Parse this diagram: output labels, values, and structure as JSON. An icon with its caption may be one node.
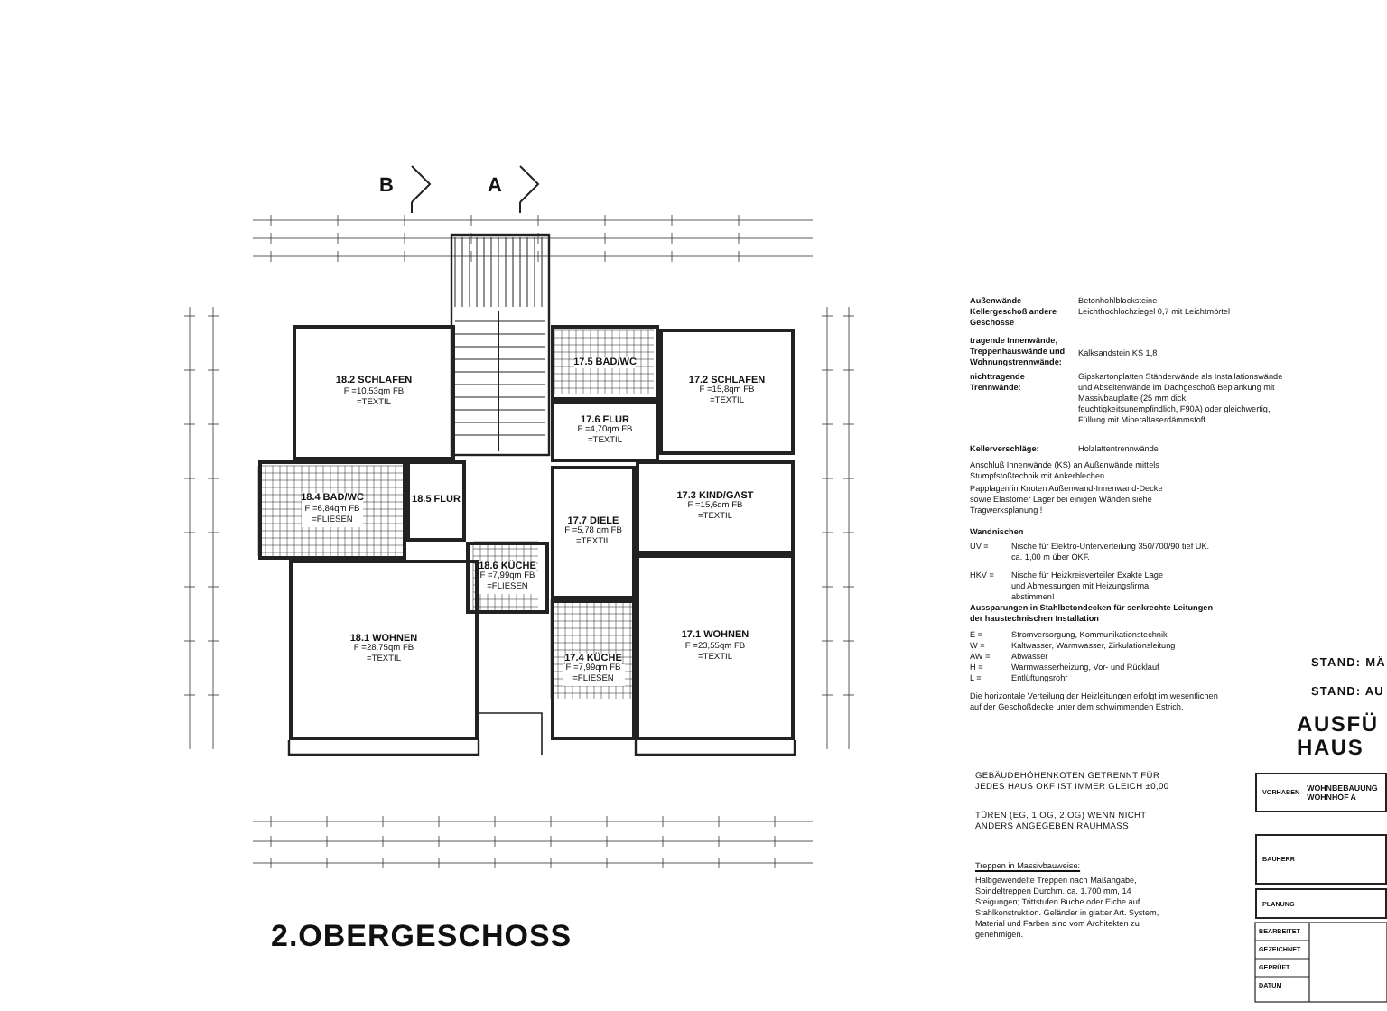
{
  "diagram": {
    "title": "2.OBERGESCHOSS",
    "nodes": [
      {
        "text": [
          "18.2 SCHLAFEN",
          "F =10,53qm FB =TEXTIL"
        ]
      },
      {
        "text": [
          "18.4 BAD/WC",
          "F =6,84qm FB =FLIESEN"
        ]
      },
      {
        "text": [
          "18.5 FLUR"
        ]
      },
      {
        "text": [
          "18.6 KÜCHE",
          "F =7,99qm FB =FLIESEN"
        ]
      },
      {
        "text": [
          "18.1 WOHNEN",
          "F =28,75qm FB =TEXTIL"
        ]
      },
      {
        "text": [
          "17.5 BAD/WC"
        ]
      },
      {
        "text": [
          "17.2 SCHLAFEN",
          "F =15,8qm FB =TEXTIL"
        ]
      },
      {
        "text": [
          "17.6 FLUR",
          "F =4,70qm FB =TEXTIL"
        ]
      },
      {
        "text": [
          "17.3 KIND/GAST",
          "F =15,6qm FB =TEXTIL"
        ]
      },
      {
        "text": [
          "17.7 DIELE",
          "F =5,78 qm FB =TEXTIL"
        ]
      },
      {
        "text": [
          "17.4 KÜCHE",
          "F =7,99qm FB =FLIESEN"
        ]
      },
      {
        "text": [
          "17.1 WOHNEN",
          "F =23,55qm FB =TEXTIL"
        ]
      },
      {
        "text": [
          "VORHABEN",
          "WOHNBEBAUUNG WOHNHOF A"
        ]
      },
      {
        "text": [
          "BAUHERR"
        ]
      },
      {
        "text": [
          "PLANUNG"
        ]
      }
    ],
    "labels": [
      "B",
      "A",
      "Außenwände Kellergeschoß andere Geschosse",
      "Betonhohlblocksteine Leichthochlochziegel 0,7 mit Leichtmörtel",
      "tragende Innenwände, Treppenhauswände und Wohnungstrennwände:",
      "Kalksandstein KS 1,8",
      "nichttragende Trennwände:",
      "Gipskartonplatten Ständerwände als Installationswände und Abseitenwände im Dachgeschoß Beplankung mit Massivbauplatte (25 mm dick, feuchtigkeitsunempfindlich, F90A) oder gleichwertig, Füllung mit Mineralfaserdämmstoff",
      "Kellerverschläge:",
      "Holzlattentrennwände",
      "Anschluß Innenwände (KS) an Außenwände mittels Stumpfstoßtechnik mit Ankerblechen.",
      "Papplagen in Knoten Außenwand-Innenwand-Decke sowie Elastomer Lager bei einigen Wänden siehe Tragwerksplanung !",
      "Wandnischen",
      "UV =",
      "Nische für Elektro-Unterverteilung 350/700/90 tief UK. ca. 1,00 m über OKF.",
      "HKV =",
      "Nische für Heizkreisverteiler Exakte Lage und Abmessungen mit Heizungsfirma abstimmen!",
      "Aussparungen in Stahlbetondecken für senkrechte Leitungen der haustechnischen Installation",
      "E =",
      "Stromversorgung, Kommunikationstechnik",
      "W =",
      "Kaltwasser, Warmwasser, Zirkulationsleitung",
      "AW =",
      "Abwasser",
      "H =",
      "Warmwasserheizung, Vor- und Rücklauf",
      "L =",
      "Entlüftungsrohr",
      "Die horizontale Verteilung der Heizleitungen erfolgt im wesentlichen auf der Geschoßdecke unter dem schwimmenden Estrich.",
      "GEBÄUDEHÖHENKOTEN GETRENNT FÜR JEDES HAUS OKF IST IMMER GLEICH ±0,00",
      "TÜREN (EG, 1.OG, 2.OG) WENN NICHT ANDERS ANGEGEBEN RAUHMASS",
      "Treppen in Massivbauweise:",
      "Halbgewendelte Treppen nach Maßangabe, Spindeltreppen Durchm. ca. 1.700 mm, 14 Steigungen; Trittstufen Buche oder Eiche auf Stahlkonstruktion. Geländer in glatter Art. System, Material und Farben sind vom Architekten zu genehmigen.",
      "STAND: MÄ",
      "STAND: AU",
      "AUSFÜ",
      "HAUS",
      "BEARBEITET",
      "GEZEICHNET",
      "GEPRÜFT",
      "DATUM"
    ]
  }
}
